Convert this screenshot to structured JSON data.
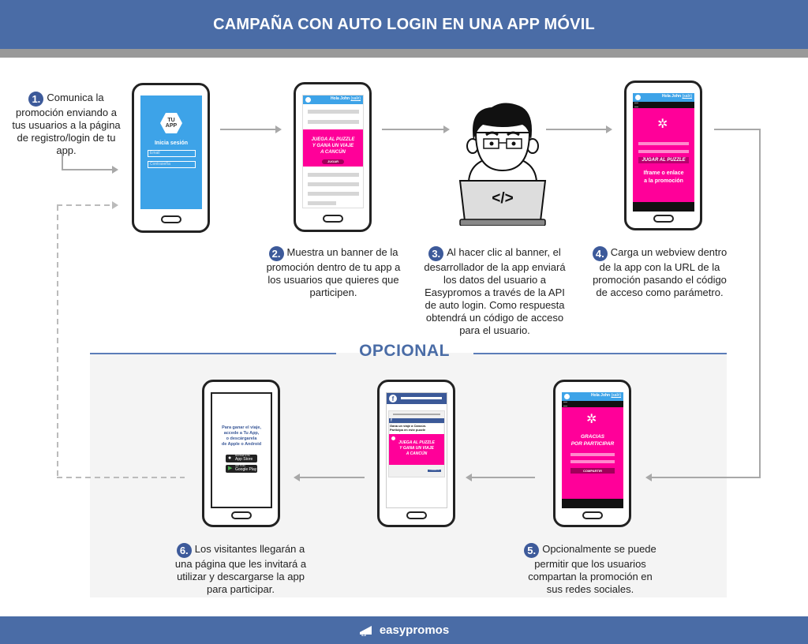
{
  "header": {
    "title": "CAMPAÑA CON AUTO LOGIN EN UNA APP MÓVIL"
  },
  "colors": {
    "brand_blue": "#4a6ca6",
    "header_gray": "#999999",
    "app_blue": "#3da3e8",
    "promo_pink": "#ff0099",
    "optional_bg": "#f4f4f4",
    "arrow_gray": "#a8a8a8"
  },
  "steps": [
    {
      "number": "1.",
      "text": "Comunica la promoción enviando a tus usuarios a la página de registro/login de tu app."
    },
    {
      "number": "2.",
      "text": "Muestra un banner de la promoción dentro de tu app a los usuarios que quieres que participen."
    },
    {
      "number": "3.",
      "text": "Al hacer clic al banner, el desarrollador de la app enviará los datos del usuario a Easypromos a través de la API de auto login. Como respuesta obtendrá un código de acceso para el usuario."
    },
    {
      "number": "4.",
      "text": "Carga un webview dentro de la app con la URL de la promoción pasando el código de acceso como parámetro."
    },
    {
      "number": "5.",
      "text": "Opcionalmente se puede permitir que los usuarios compartan la promoción en sus redes sociales."
    },
    {
      "number": "6.",
      "text": "Los visitantes llegarán a una página que les invitará a utilizar y descargarse la app para participar."
    }
  ],
  "optional": {
    "label": "OPCIONAL"
  },
  "phone1": {
    "logo_line1": "TU",
    "logo_line2": "APP",
    "login_title": "Inicia sesión",
    "email_placeholder": "Email",
    "password_placeholder": "Contraseña"
  },
  "phone2": {
    "greeting": "Hola John",
    "logout": "(salir)",
    "banner_line1": "JUEGA AL PUZZLE",
    "banner_line2": "Y GANA UN VIAJE",
    "banner_line3": "A CANCÚN",
    "banner_button": "JUGAR"
  },
  "developer": {
    "code_icon": "</>"
  },
  "phone4": {
    "greeting": "Hola John",
    "logout": "(salir)",
    "play_button": "JUGAR AL PUZZLE",
    "iframe_line1": "Iframe o enlace",
    "iframe_line2": "a la promoción"
  },
  "phone5": {
    "greeting": "Hola John",
    "logout": "(salir)",
    "thanks_line1": "GRACIAS",
    "thanks_line2": "POR PARTICIPAR",
    "share_button": "COMPARTIR"
  },
  "phone_fb": {
    "post_line1": "Gana un viaje a Cancún.",
    "post_line2": "Participa en este puzzle",
    "banner_line1": "JUEGA AL PUZZLE",
    "banner_line2": "Y GANA UN VIAJE",
    "banner_line3": "A CANCÚN",
    "share_button": "COMPARTIR"
  },
  "phone6": {
    "line1": "Para ganar el viaje,",
    "line2": "accede a Tu App,",
    "line3": "o descárgarela",
    "line4": "de Apple o Android",
    "appstore_small": "Download on the",
    "appstore": "App Store",
    "googleplay_small": "GET IT ON",
    "googleplay": "Google Play"
  },
  "footer": {
    "brand": "easypromos"
  }
}
